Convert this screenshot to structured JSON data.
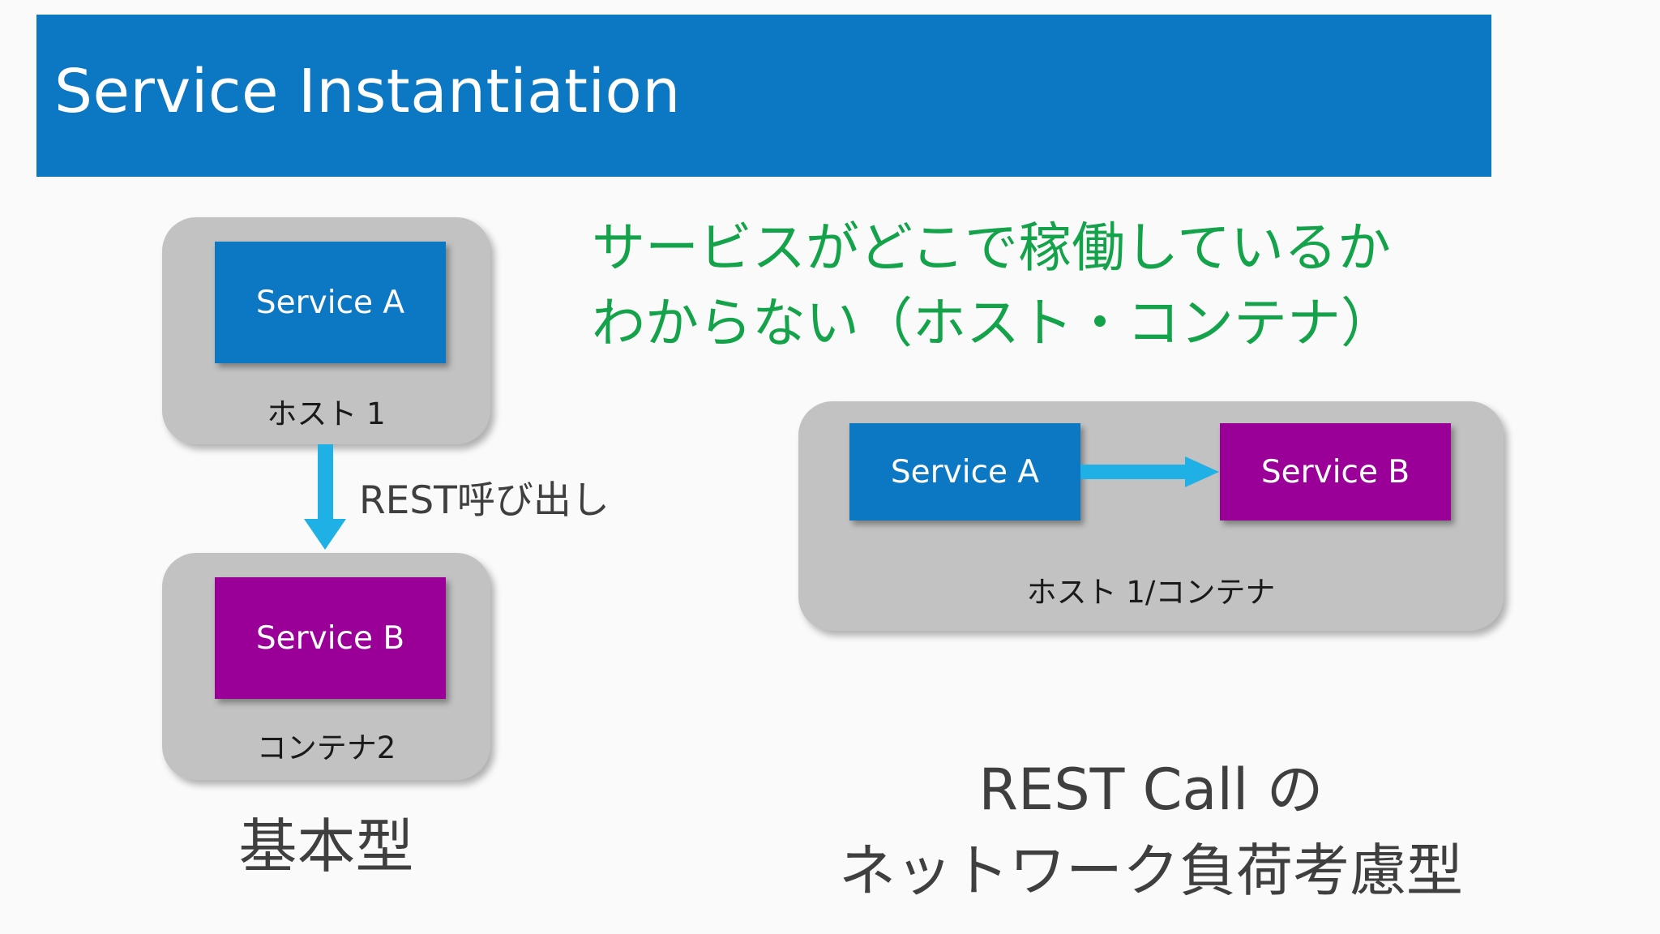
{
  "slide": {
    "title": "Service Instantiation",
    "background_color": "#fbfafa",
    "accent_color": "#0c77c2"
  },
  "colors": {
    "banner_blue": "#0c77c2",
    "service_blue": "#0c77c2",
    "service_purple": "#9a0098",
    "host_gray": "#c2c2c2",
    "arrow_cyan": "#1fb0e6",
    "note_green": "#14a34a",
    "body_text": "#3f3f3f"
  },
  "left_diagram": {
    "caption": "基本型",
    "host1": {
      "label": "ホスト 1",
      "service": "Service A"
    },
    "container2": {
      "label": "コンテナ2",
      "service": "Service B"
    },
    "arrow_label": "REST呼び出し"
  },
  "note": {
    "line1": "サービスがどこで稼働しているか",
    "line2": "わからない（ホスト・コンテナ）"
  },
  "right_diagram": {
    "host": {
      "label": "ホスト 1/コンテナ",
      "service_a": "Service A",
      "service_b": "Service B"
    },
    "caption_line1": "REST Call の",
    "caption_line2": "ネットワーク負荷考慮型"
  }
}
